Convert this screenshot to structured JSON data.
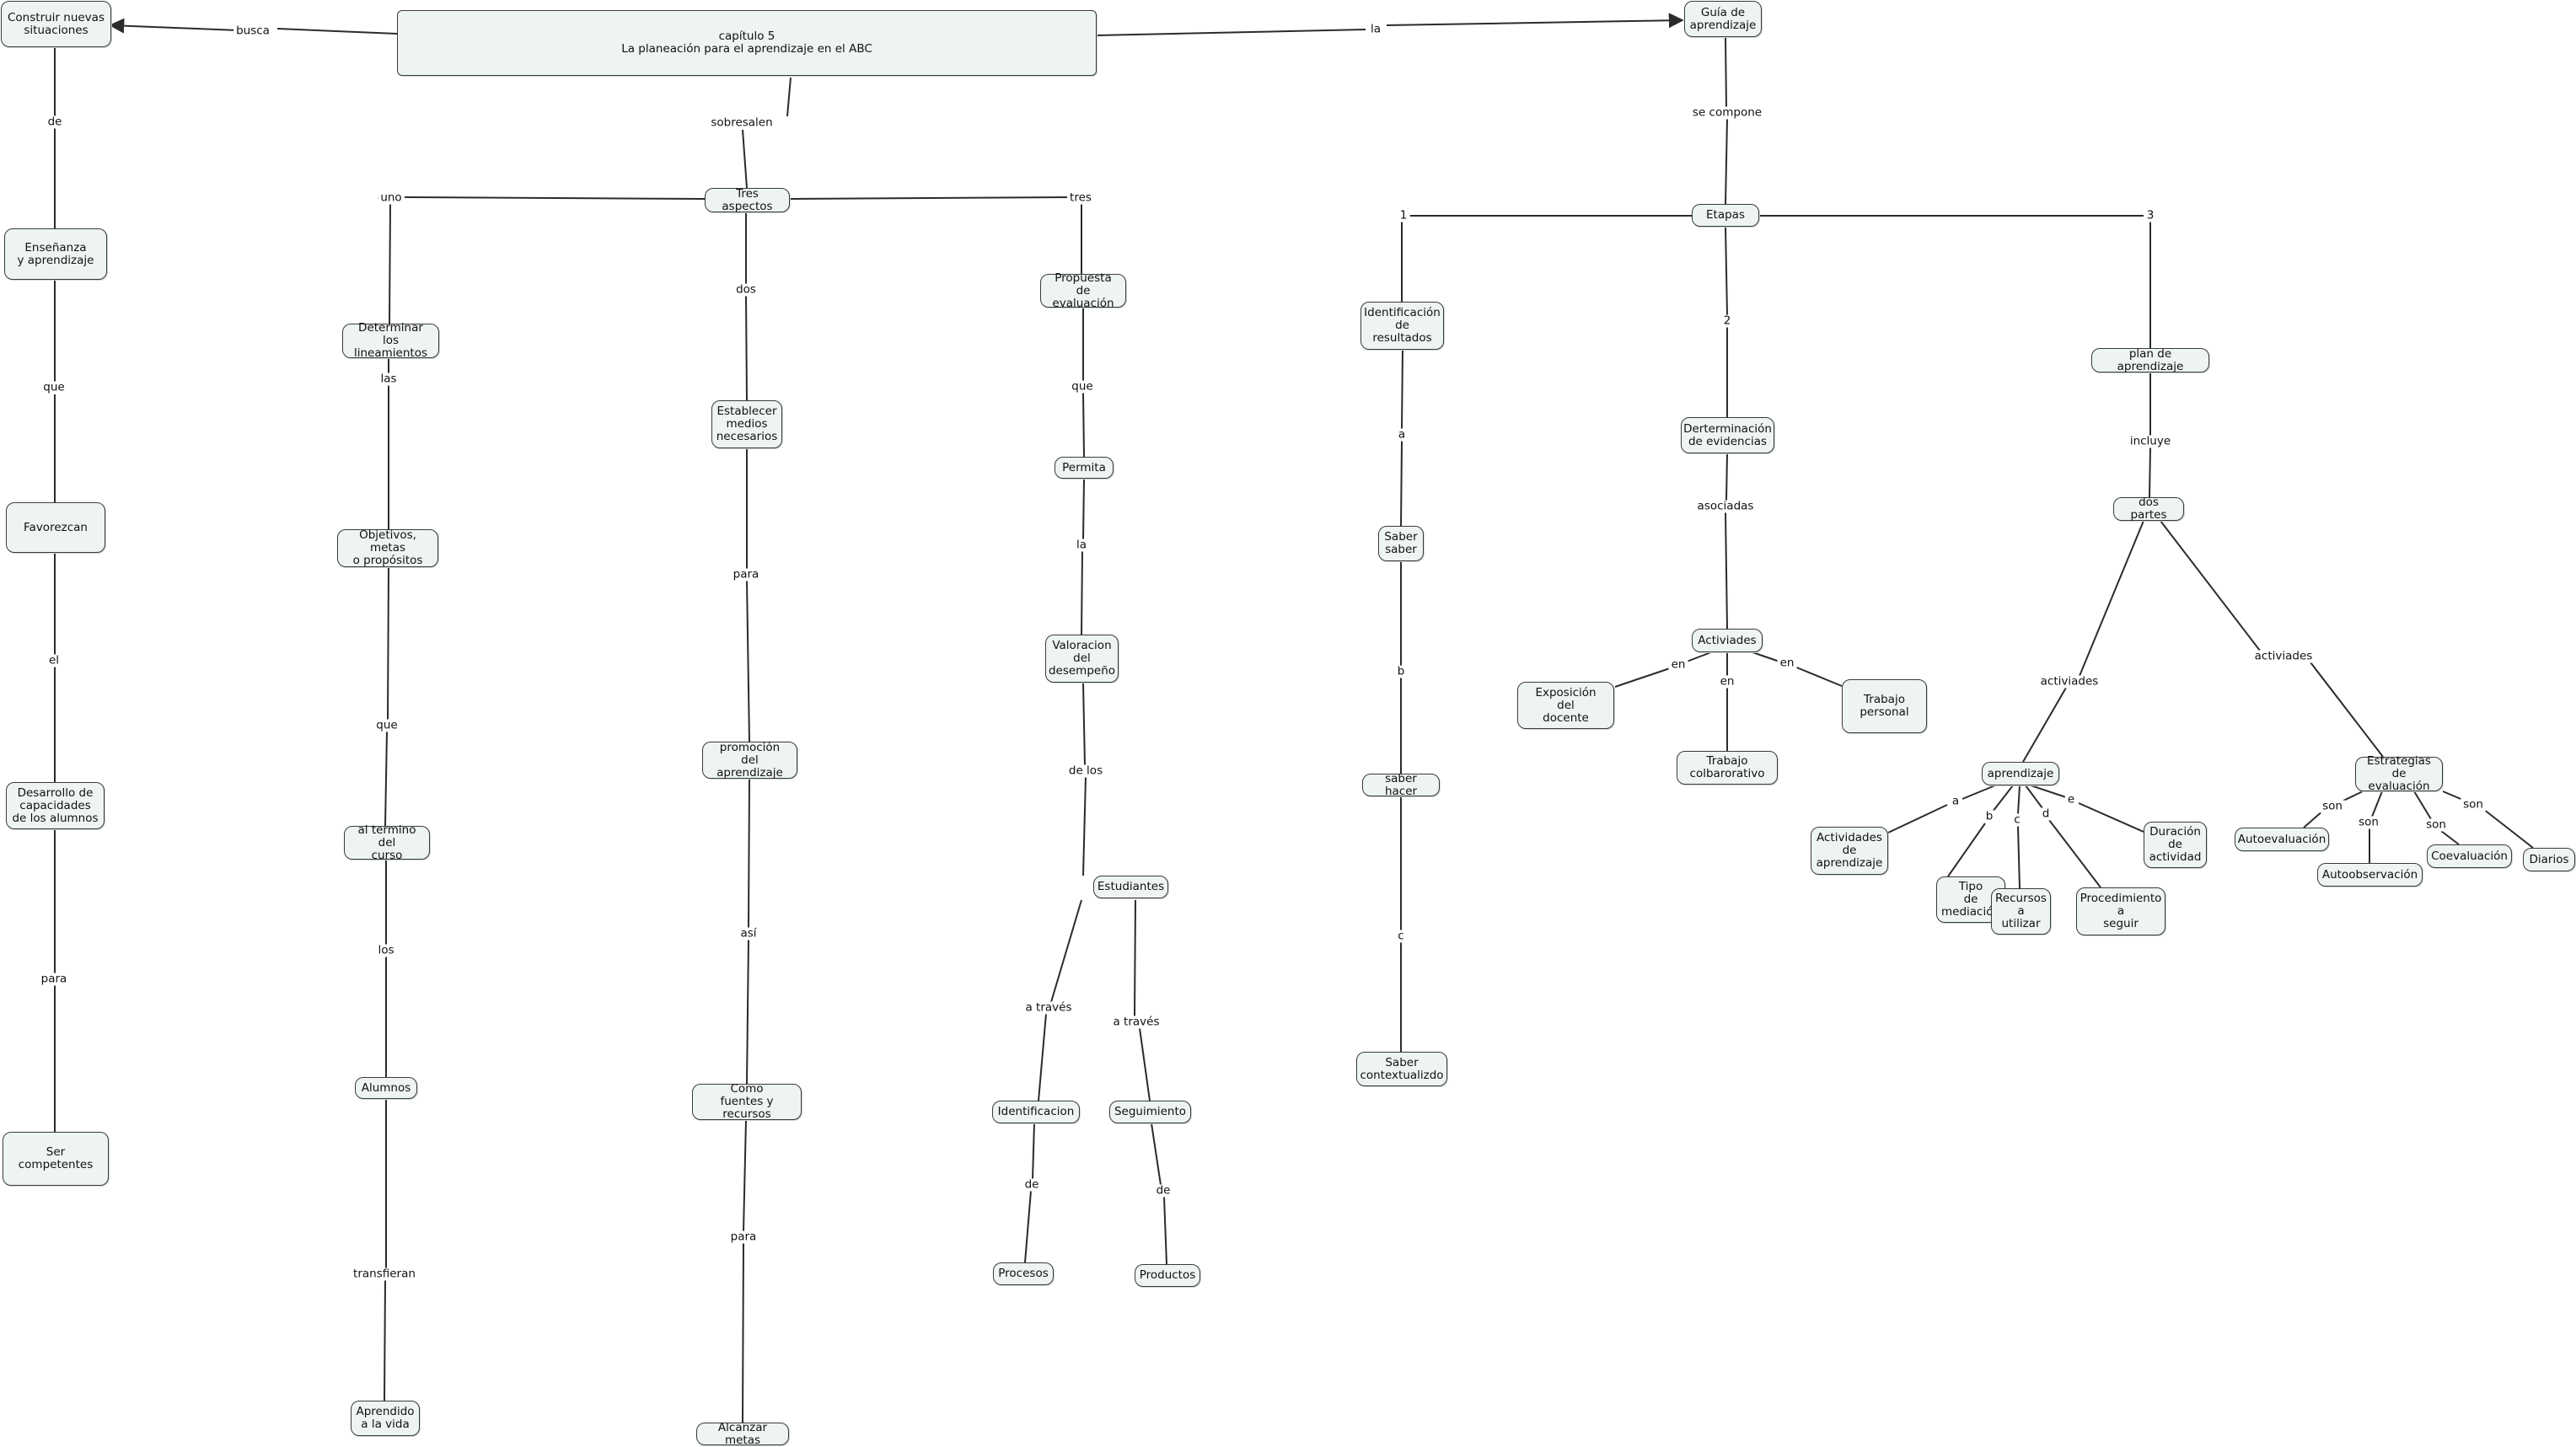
{
  "colors": {
    "node_fill": "#eef4f4",
    "node_border": "#3a3a3a",
    "line": "#2b2b2b",
    "background": "#ffffff"
  },
  "nodes": {
    "root": "capítulo 5\nLa planeación para el aprendizaje en el ABC",
    "construir": "Construir nuevas\nsituaciones",
    "guia": "Guía de\naprendizaje",
    "ensenanza": "Enseñanza\ny aprendizaje",
    "favorezcan": "Favorezcan",
    "desarrollo": "Desarrollo de\ncapacidades\nde los alumnos",
    "ser": "Ser\ncompetentes",
    "tres": "Tres aspectos",
    "determinar": "Determinar\nlos lineamientos",
    "objetivos": "Objetivos, metas\no propósitos",
    "termino": "al termino del\ncurso",
    "alumnos": "Alumnos",
    "aprendido": "Aprendido\na la vida",
    "establecer": "Establecer\nmedios\nnecesarios",
    "promocion": "promoción\ndel aprendizaje",
    "como": "Como\nfuentes y recursos",
    "alcanzar": "Alcanzar metas",
    "propuesta": "Propuesta\nde evaluación",
    "permita": "Permita",
    "valoracion": "Valoracion\ndel\ndesempeño",
    "estudiantes": "Estudiantes",
    "identificacion": "Identificacion",
    "seguimiento": "Seguimiento",
    "procesos": "Procesos",
    "productos": "Productos",
    "etapas": "Etapas",
    "identres": "Identificación\nde\nresultados",
    "saber": "Saber\nsaber",
    "saberhacer": "saber hacer",
    "sabercont": "Saber\ncontextualizdo",
    "determinacion": "Derterminación\nde evidencias",
    "actividades": "Activiades",
    "exposicion": "Exposición\ndel\ndocente",
    "trabajopers": "Trabajo\npersonal",
    "trabajocol": "Trabajo\ncolbarorativo",
    "plan": "plan de aprendizaje",
    "dospartes": "dos partes",
    "aprendizaje": "aprendizaje",
    "actapr": "Actividades\nde\naprendizaje",
    "tipo": "Tipo\nde\nmediación",
    "recursos": "Recursos\na\nutilizar",
    "procedimiento": "Procedimiento\na\nseguir",
    "duracion": "Duración\nde\nactividad",
    "estrategias": "Estrategias\nde evaluación",
    "autoevaluacion": "Autoevaluación",
    "autoobservacion": "Autoobservación",
    "coevaluacion": "Coevaluación",
    "diarios": "Diarios"
  },
  "labels": {
    "busca": "busca",
    "la_top": "la",
    "de1": "de",
    "que1": "que",
    "el": "el",
    "para1": "para",
    "sobresalen": "sobresalen",
    "uno": "uno",
    "tres_lbl": "tres",
    "dos": "dos",
    "las": "las",
    "que2": "que",
    "los": "los",
    "transfieran": "transfieran",
    "para2": "para",
    "asi": "así",
    "para3": "para",
    "que3": "que",
    "la2": "la",
    "delos": "de los",
    "atraves1": "a través",
    "atraves2": "a través",
    "de2": "de",
    "de3": "de",
    "secompone": "se compone",
    "n1": "1",
    "n2": "2",
    "n3": "3",
    "a1": "a",
    "b1": "b",
    "c1": "c",
    "asociadas": "asociadas",
    "en1": "en",
    "en2": "en",
    "en3": "en",
    "incluye": "incluye",
    "actividades1": "activiades",
    "actividades2": "activiades",
    "la_a": "a",
    "la_b": "b",
    "la_c": "c",
    "la_d": "d",
    "la_e": "e",
    "son1": "son",
    "son2": "son",
    "son3": "son",
    "son4": "son"
  }
}
